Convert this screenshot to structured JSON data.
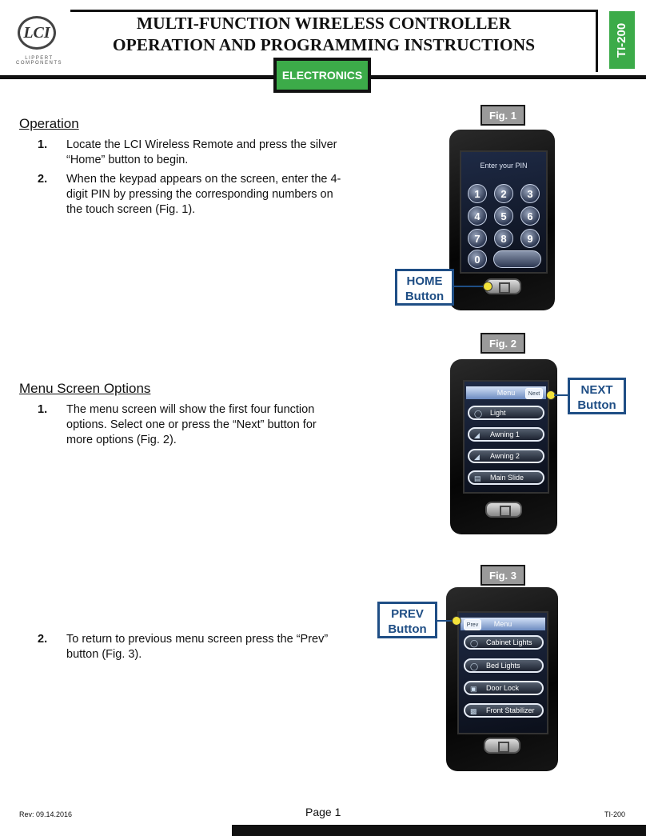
{
  "header": {
    "logo_text": "LCI",
    "logo_sub": "LIPPERT COMPONENTS",
    "title_line1": "MULTI-FUNCTION WIRELESS CONTROLLER",
    "title_line2": "OPERATION AND PROGRAMMING INSTRUCTIONS",
    "doc_code": "TI-200",
    "category": "ELECTRONICS"
  },
  "sections": {
    "operation": {
      "heading": "Operation",
      "steps": [
        {
          "num": "1.",
          "text": "Locate the LCI Wireless Remote and press the silver “Home” button to begin."
        },
        {
          "num": "2.",
          "text": "When the keypad appears on the screen, enter the 4-digit PIN by pressing the corresponding numbers on the touch screen (Fig. 1)."
        }
      ]
    },
    "menu": {
      "heading": "Menu Screen Options",
      "steps": [
        {
          "num": "1.",
          "text": "The menu screen will show the first four function options.  Select one or press the “Next” button for more options (Fig. 2)."
        },
        {
          "num": "2.",
          "text": "To return to previous menu screen press the “Prev” button (Fig. 3)."
        }
      ]
    }
  },
  "figures": {
    "fig1": {
      "label": "Fig. 1",
      "screen_text": "Enter your PIN",
      "keys": [
        "1",
        "2",
        "3",
        "4",
        "5",
        "6",
        "7",
        "8",
        "9",
        "0"
      ],
      "callout_line1": "HOME",
      "callout_line2": "Button"
    },
    "fig2": {
      "label": "Fig. 2",
      "menu_title": "Menu",
      "nav_button": "Next",
      "items": [
        "Light",
        "Awning 1",
        "Awning 2",
        "Main Slide"
      ],
      "callout_line1": "NEXT",
      "callout_line2": "Button"
    },
    "fig3": {
      "label": "Fig. 3",
      "menu_title": "Menu",
      "nav_button": "Prev",
      "items": [
        "Cabinet Lights",
        "Bed Lights",
        "Door Lock",
        "Front Stabilizer"
      ],
      "callout_line1": "PREV",
      "callout_line2": "Button"
    }
  },
  "footer": {
    "rev": "Rev: 09.14.2016",
    "page": "Page 1",
    "code": "TI-200"
  }
}
